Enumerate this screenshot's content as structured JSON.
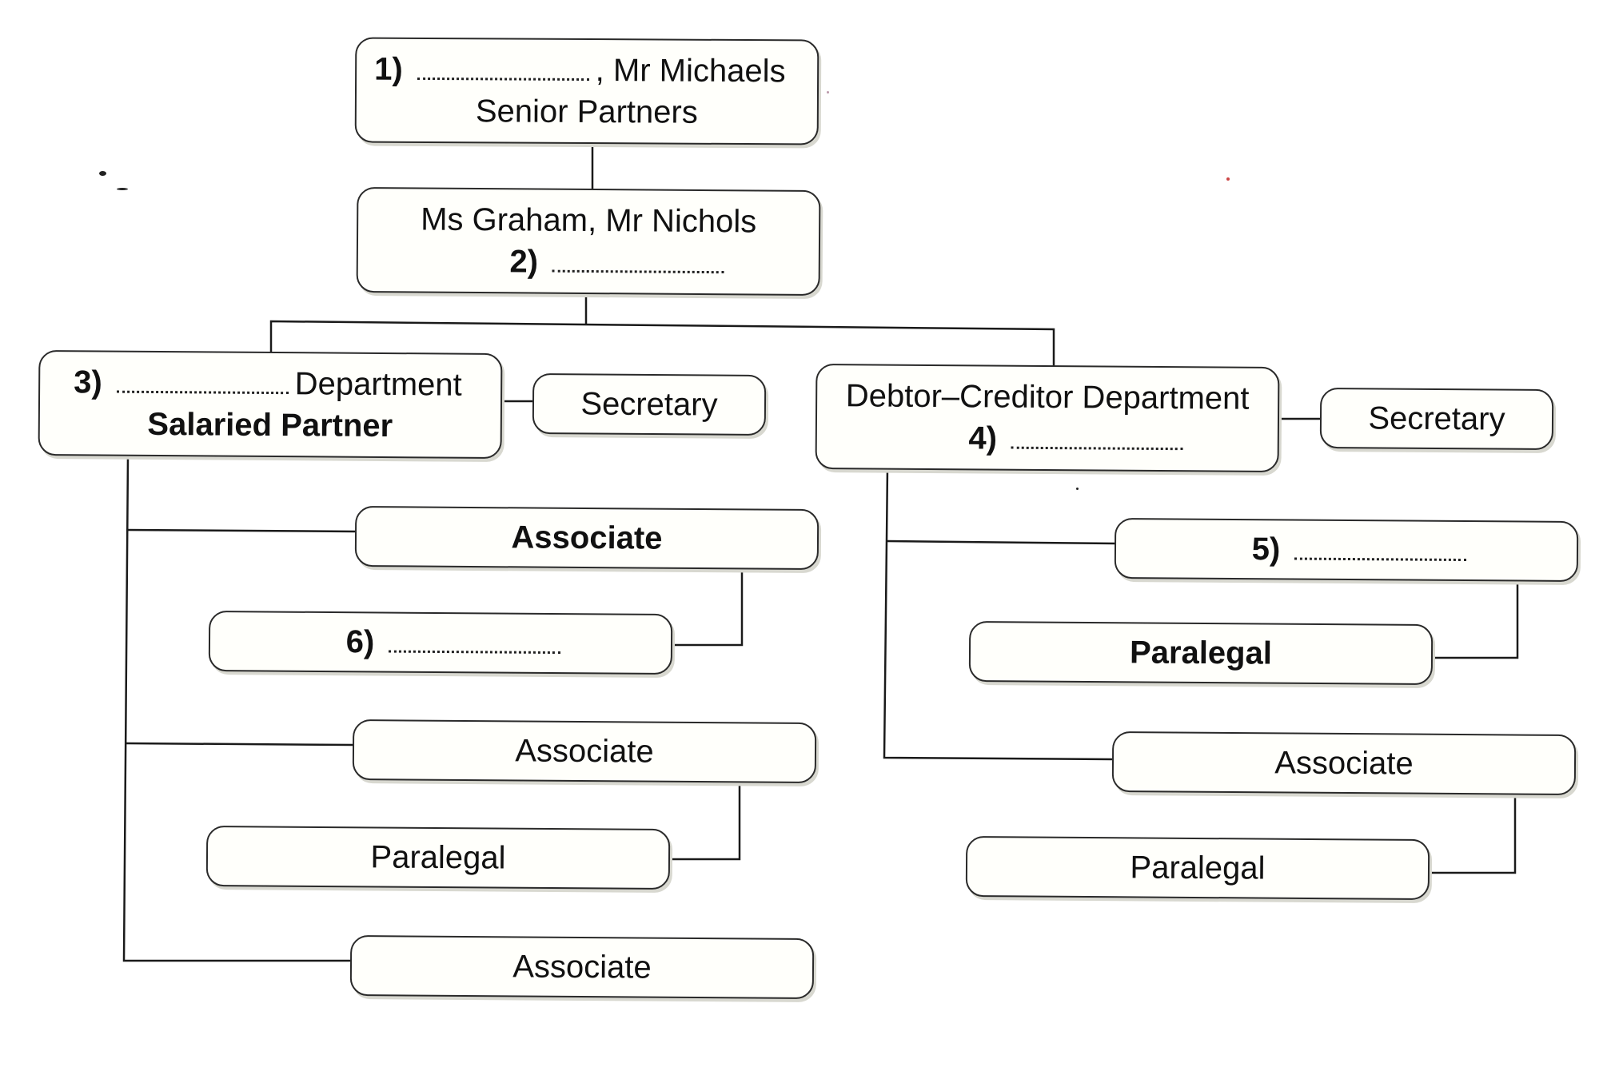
{
  "chart": {
    "senior": {
      "number": "1)",
      "line1_suffix": ", Mr Michaels",
      "line2": "Senior Partners"
    },
    "partners": {
      "line1": "Ms Graham, Mr Nichols",
      "number": "2)"
    },
    "dept_left": {
      "number": "3)",
      "line1_suffix": "Department",
      "line2": "Salaried Partner",
      "secretary": "Secretary"
    },
    "dept_right": {
      "line1": "Debtor–Creditor Department",
      "number": "4)",
      "secretary": "Secretary"
    },
    "left_team": {
      "associate_1": "Associate",
      "item_6_number": "6)",
      "associate_2": "Associate",
      "paralegal": "Paralegal",
      "associate_3": "Associate"
    },
    "right_team": {
      "item_5_number": "5)",
      "paralegal_bold": "Paralegal",
      "associate": "Associate",
      "paralegal": "Paralegal"
    }
  }
}
